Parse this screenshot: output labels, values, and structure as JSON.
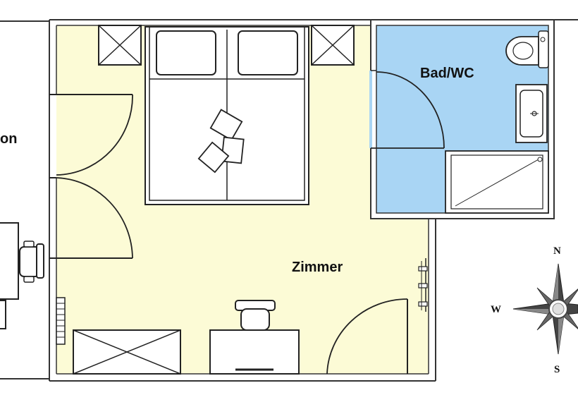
{
  "rooms": {
    "left_partial": "on",
    "zimmer": "Zimmer",
    "bath": "Bad/WC"
  },
  "compass": {
    "n": "N",
    "s": "S",
    "w": "W"
  },
  "colors": {
    "room_fill": "#fcfbd6",
    "bath_fill": "#a9d5f4",
    "wall": "#333333",
    "line": "#222222"
  },
  "icons": [
    "double-bed-icon",
    "pillow-icon",
    "cushion-icon",
    "nightstand-icon",
    "toilet-icon",
    "sink-icon",
    "shower-tray-icon",
    "wardrobe-icon",
    "desk-icon",
    "chair-icon",
    "radiator-icon",
    "coat-hooks-icon",
    "compass-rose-icon"
  ]
}
